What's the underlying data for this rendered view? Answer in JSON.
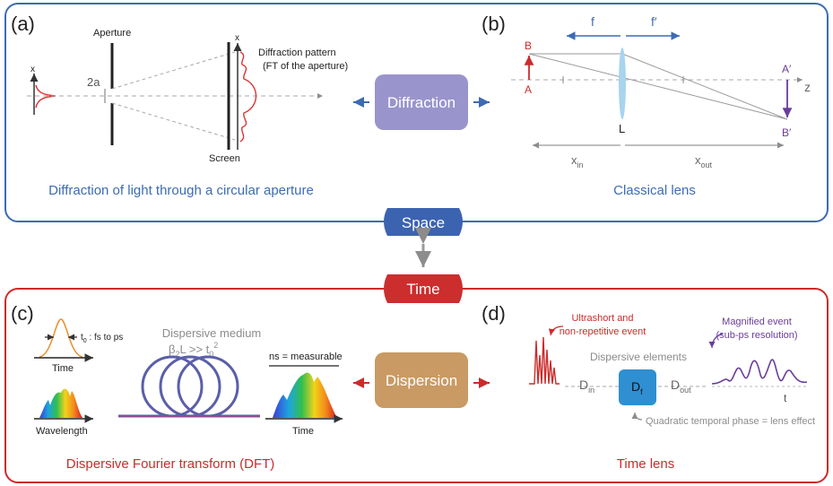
{
  "colors": {
    "blue": "#3d6bb3",
    "red": "#cc2b2b",
    "purple": "#6a3d9a",
    "gray": "#8c8c8c",
    "diffraction_box": "#9a94cc",
    "dispersion_box": "#c99a63",
    "space_badge": "#3c63b0",
    "time_badge": "#cc2e2e",
    "lens": "#a8d4ee",
    "df_box": "#2f8fd1"
  },
  "top": {
    "badge": "Space",
    "center_box": "Diffraction",
    "a": {
      "label": "(a)",
      "aperture": "Aperture",
      "two_a": "2a",
      "x_axis": "x",
      "x_axis_screen": "x",
      "pattern_line1": "Diffraction pattern",
      "pattern_line2": "(FT of the aperture)",
      "screen": "Screen",
      "caption": "Diffraction of light through a circular aperture"
    },
    "b": {
      "label": "(b)",
      "f": "f",
      "f_prime": "f′",
      "B": "B",
      "A": "A",
      "L": "L",
      "A_prime": "A′",
      "B_prime": "B′",
      "z": "z",
      "x_in_main": "x",
      "x_in_sub": "in",
      "x_out_main": "x",
      "x_out_sub": "out",
      "caption": "Classical lens"
    }
  },
  "bottom": {
    "badge": "Time",
    "center_box": "Dispersion",
    "c": {
      "label": "(c)",
      "t0_main": "t",
      "t0_sub": "0",
      "t0_rest": " : fs to ps",
      "time": "Time",
      "wavelength": "Wavelength",
      "medium": "Dispersive medium",
      "beta_main": "β",
      "beta_sub": "2",
      "beta_rest": "L >> t",
      "t0b_sub": "0",
      "t0b_sup": "2",
      "ns": "ns = measurable",
      "time_out": "Time",
      "caption": "Dispersive Fourier transform (DFT)"
    },
    "d": {
      "label": "(d)",
      "ultrashort_line1": "Ultrashort and",
      "ultrashort_line2": "non-repetitive event",
      "magnified_line1": "Magnified event",
      "magnified_line2": "(sub-ps resolution)",
      "elements": "Dispersive elements",
      "d_in_main": "D",
      "d_in_sub": "in",
      "d_f_main": "D",
      "d_f_sub": "f",
      "d_out_main": "D",
      "d_out_sub": "out",
      "t": "t",
      "quadratic": "Quadratic temporal phase = lens effect",
      "caption": "Time lens"
    }
  }
}
